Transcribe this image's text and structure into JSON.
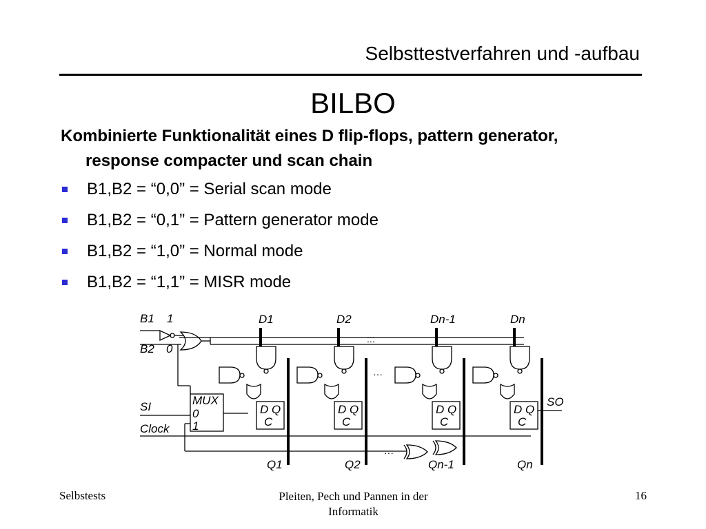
{
  "header": {
    "title": "Selbsttestverfahren und -aufbau"
  },
  "slide": {
    "title": "BILBO",
    "intro": "Kombinierte Funktionalität eines D flip-flops, pattern generator, response compacter und scan chain",
    "bullets": [
      "B1,B2 = “0,0” = Serial scan mode",
      "B1,B2 = “0,1” = Pattern generator mode",
      "B1,B2 = “1,0” = Normal mode",
      "B1,B2 = “1,1” = MISR mode"
    ],
    "bullet_color": "#2b2bd6"
  },
  "diagram": {
    "inputs": {
      "b1": "B1",
      "one": "1",
      "b2": "B2",
      "zero": "0",
      "si": "SI",
      "clock": "Clock",
      "so": "SO"
    },
    "mux": {
      "label": "MUX",
      "in0": "0",
      "in1": "1"
    },
    "data_inputs": [
      "D1",
      "D2",
      "Dn-1",
      "Dn"
    ],
    "outputs": [
      "Q1",
      "Q2",
      "Qn-1",
      "Qn"
    ],
    "ff": {
      "dq": "D Q",
      "c": "C"
    },
    "ellipsis_colon": ":::",
    "ellipsis_dots": "···"
  },
  "footer": {
    "left": "Selbstests",
    "center_line1": "Pleiten, Pech und Pannen in der",
    "center_line2": "Informatik",
    "page": "16"
  }
}
